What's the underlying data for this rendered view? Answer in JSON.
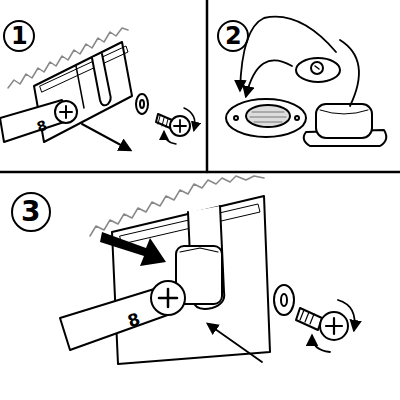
{
  "diagram": {
    "labels": [
      "1",
      "8",
      "2",
      "3",
      "8"
    ]
  }
}
